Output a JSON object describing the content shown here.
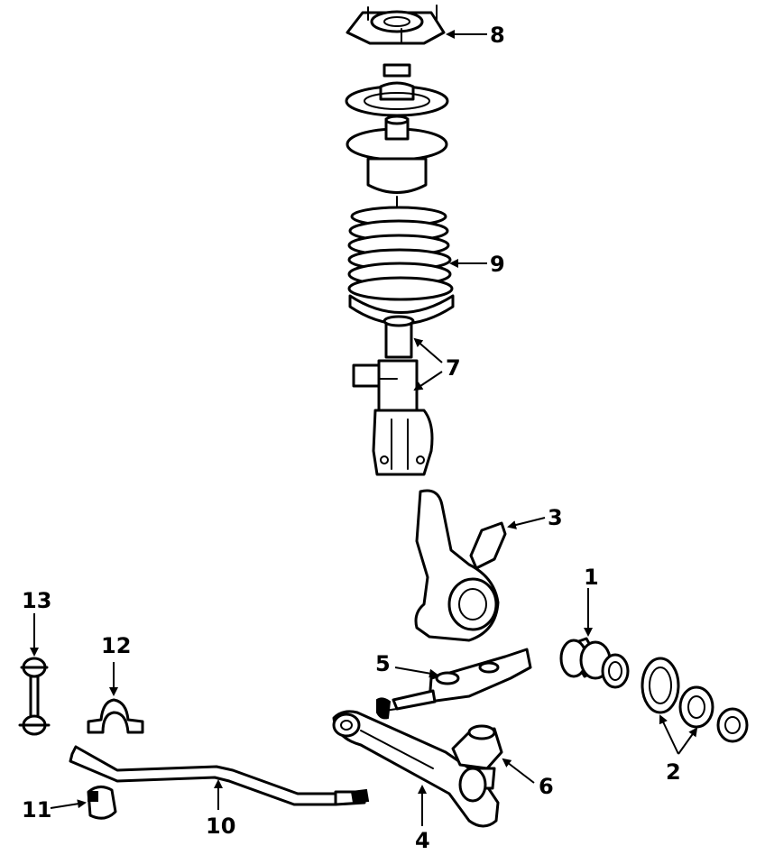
{
  "colors": {
    "ink": "#000000",
    "paper": "#ffffff"
  },
  "callouts": [
    {
      "id": "1",
      "text": "1"
    },
    {
      "id": "2",
      "text": "2"
    },
    {
      "id": "3",
      "text": "3"
    },
    {
      "id": "4",
      "text": "4"
    },
    {
      "id": "5",
      "text": "5"
    },
    {
      "id": "6",
      "text": "6"
    },
    {
      "id": "7",
      "text": "7"
    },
    {
      "id": "8",
      "text": "8"
    },
    {
      "id": "9",
      "text": "9"
    },
    {
      "id": "10",
      "text": "10"
    },
    {
      "id": "11",
      "text": "11"
    },
    {
      "id": "12",
      "text": "12"
    },
    {
      "id": "13",
      "text": "13"
    }
  ]
}
